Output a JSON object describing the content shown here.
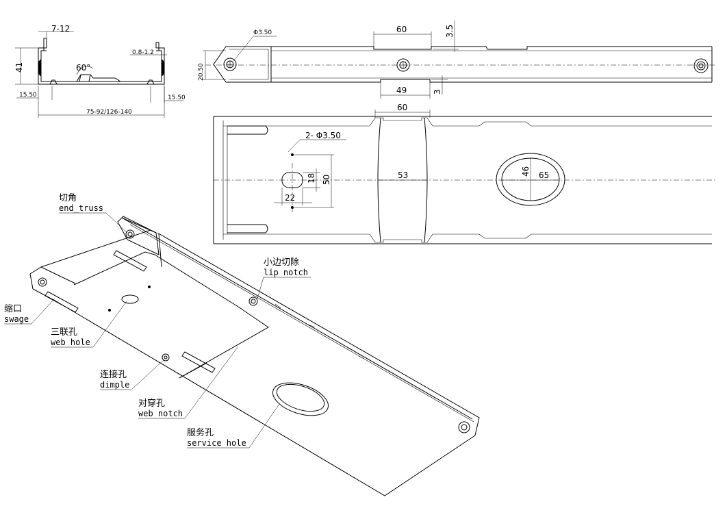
{
  "section": {
    "dim_lip_return": "7-12",
    "dim_height": "41",
    "dim_angle": "60°",
    "dim_thickness": "0.8-1.2",
    "dim_left_offset": "15.50",
    "dim_right_offset": "15.50",
    "dim_width": "75-92/126-140"
  },
  "top_view": {
    "dim_hole_dia": "Φ3.50",
    "dim_notch_length_top": "60",
    "dim_notch_depth_top": "3.5",
    "dim_notch_length_bottom": "49",
    "dim_notch_depth_bottom": "3",
    "dim_flange": "20.50"
  },
  "web_view": {
    "dim_web_notch": "60",
    "dim_hole_pair": "2- Φ3.50",
    "dim_slot_height": "18",
    "dim_slot_pitch": "50",
    "dim_slot_width": "22",
    "dim_notch_width": "53",
    "dim_service_height": "46",
    "dim_service_width": "65"
  },
  "callouts": [
    {
      "cn": "切角",
      "en": "end_truss"
    },
    {
      "cn": "小边切除",
      "en": "lip notch"
    },
    {
      "cn": "缩口",
      "en": "swage"
    },
    {
      "cn": "三联孔",
      "en": "web hole"
    },
    {
      "cn": "连接孔",
      "en": "dimple"
    },
    {
      "cn": "对穿孔",
      "en": "web notch"
    },
    {
      "cn": "服务孔",
      "en": "service hole"
    }
  ],
  "icons": [
    "screw-hole-icon",
    "arrowhead-icon"
  ]
}
